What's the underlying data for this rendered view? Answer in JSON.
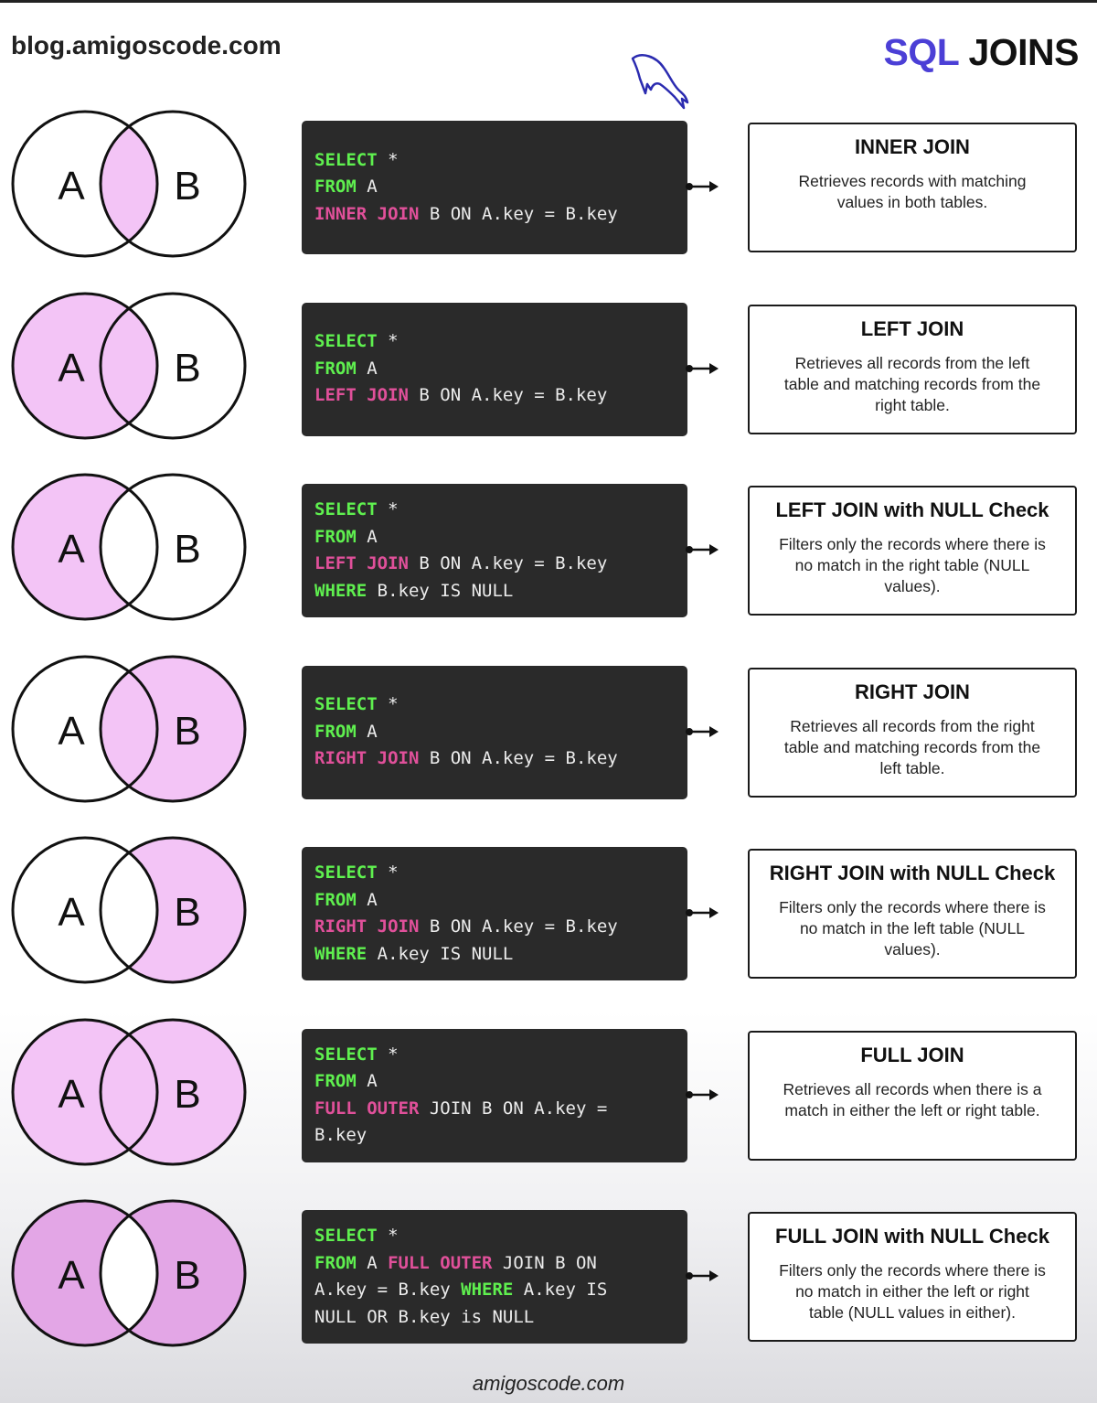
{
  "header": {
    "site": "blog.amigoscode.com",
    "title_accent": "SQL",
    "title_rest": "JOINS"
  },
  "colors": {
    "fill": "#f3c4f6",
    "fill_dark": "#e3a6e6",
    "keyword_green": "#5ff04f",
    "keyword_pink": "#e0509a",
    "code_bg": "#2a2a2a",
    "accent": "#4b3fd6"
  },
  "venn_labels": {
    "a": "A",
    "b": "B"
  },
  "rows": [
    {
      "fill": {
        "a_only": false,
        "intersection": true,
        "b_only": false
      },
      "code": [
        [
          [
            "SELECT",
            "g"
          ],
          [
            " *",
            ""
          ]
        ],
        [
          [
            "FROM",
            "g"
          ],
          [
            " A",
            ""
          ]
        ],
        [
          [
            "INNER JOIN",
            "p"
          ],
          [
            " B ON A.key = B.key",
            ""
          ]
        ]
      ],
      "title": "INNER JOIN",
      "description": "Retrieves records with matching values in both tables."
    },
    {
      "fill": {
        "a_only": true,
        "intersection": true,
        "b_only": false
      },
      "code": [
        [
          [
            "SELECT",
            "g"
          ],
          [
            " *",
            ""
          ]
        ],
        [
          [
            "FROM",
            "g"
          ],
          [
            " A",
            ""
          ]
        ],
        [
          [
            "LEFT JOIN",
            "p"
          ],
          [
            " B ON A.key = B.key",
            ""
          ]
        ]
      ],
      "title": "LEFT JOIN",
      "description": "Retrieves all records from the left table and matching records from the right table."
    },
    {
      "fill": {
        "a_only": true,
        "intersection": false,
        "b_only": false
      },
      "code": [
        [
          [
            "SELECT",
            "g"
          ],
          [
            " *",
            ""
          ]
        ],
        [
          [
            "FROM",
            "g"
          ],
          [
            " A",
            ""
          ]
        ],
        [
          [
            "LEFT JOIN",
            "p"
          ],
          [
            " B ON A.key = B.key",
            ""
          ]
        ],
        [
          [
            "WHERE",
            "g"
          ],
          [
            " B.key IS NULL",
            ""
          ]
        ]
      ],
      "title": "LEFT JOIN with NULL Check",
      "description": "Filters only the records where there is no match in the right table (NULL values)."
    },
    {
      "fill": {
        "a_only": false,
        "intersection": true,
        "b_only": true
      },
      "code": [
        [
          [
            "SELECT",
            "g"
          ],
          [
            " *",
            ""
          ]
        ],
        [
          [
            "FROM",
            "g"
          ],
          [
            " A",
            ""
          ]
        ],
        [
          [
            "RIGHT JOIN",
            "p"
          ],
          [
            " B ON A.key = B.key",
            ""
          ]
        ]
      ],
      "title": "RIGHT JOIN",
      "description": "Retrieves all records from the right table and matching records from the left table."
    },
    {
      "fill": {
        "a_only": false,
        "intersection": false,
        "b_only": true
      },
      "code": [
        [
          [
            "SELECT",
            "g"
          ],
          [
            " *",
            ""
          ]
        ],
        [
          [
            "FROM",
            "g"
          ],
          [
            " A",
            ""
          ]
        ],
        [
          [
            "RIGHT JOIN",
            "p"
          ],
          [
            " B ON A.key = B.key",
            ""
          ]
        ],
        [
          [
            "WHERE",
            "g"
          ],
          [
            " A.key IS NULL",
            ""
          ]
        ]
      ],
      "title": "RIGHT JOIN with NULL Check",
      "description": "Filters only the records where there is no match in the left table (NULL values)."
    },
    {
      "fill": {
        "a_only": true,
        "intersection": true,
        "b_only": true
      },
      "code": [
        [
          [
            "SELECT",
            "g"
          ],
          [
            " *",
            ""
          ]
        ],
        [
          [
            "FROM",
            "g"
          ],
          [
            " A",
            ""
          ]
        ],
        [
          [
            "FULL OUTER",
            "p"
          ],
          [
            " JOIN B ON A.key =",
            ""
          ]
        ],
        [
          [
            "B.key",
            ""
          ]
        ]
      ],
      "title": "FULL JOIN",
      "description": "Retrieves all records when there is a match in either the left or right table."
    },
    {
      "fill": {
        "a_only": true,
        "intersection": false,
        "b_only": true
      },
      "code": [
        [
          [
            "SELECT",
            "g"
          ],
          [
            " *",
            ""
          ]
        ],
        [
          [
            "FROM",
            "g"
          ],
          [
            " A ",
            ""
          ],
          [
            "FULL OUTER",
            "p"
          ],
          [
            " JOIN B ON",
            ""
          ]
        ],
        [
          [
            "A.key = B.key ",
            ""
          ],
          [
            "WHERE",
            "g"
          ],
          [
            " A.key IS",
            ""
          ]
        ],
        [
          [
            "NULL OR B.key is NULL",
            ""
          ]
        ]
      ],
      "title": "FULL JOIN with NULL Check",
      "description": "Filters only the records where there is no match in either the left or right table (NULL values in either)."
    }
  ],
  "footer": "amigoscode.com"
}
